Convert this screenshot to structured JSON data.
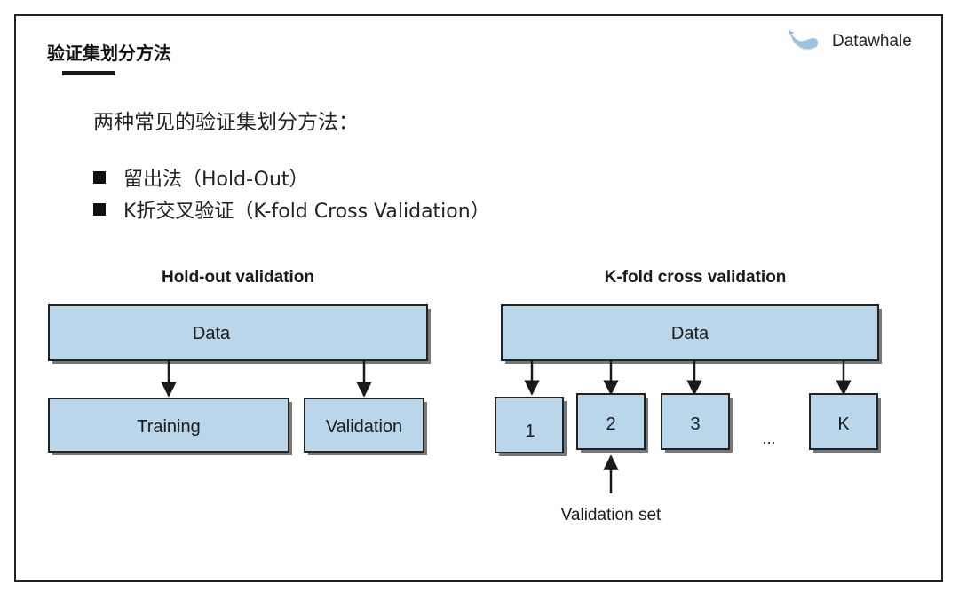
{
  "slide": {
    "title": "验证集划分方法",
    "logo_text": "Datawhale",
    "logo_icon": "whale-icon",
    "intro": "两种常见的验证集划分方法："
  },
  "bullets": [
    "留出法（Hold-Out）",
    "K折交叉验证（K-fold Cross Validation）"
  ],
  "holdout": {
    "title": "Hold-out validation",
    "data_label": "Data",
    "training_label": "Training",
    "validation_label": "Validation"
  },
  "kfold": {
    "title": "K-fold cross validation",
    "data_label": "Data",
    "folds": [
      "1",
      "2",
      "3",
      "K"
    ],
    "ellipsis": "...",
    "validation_set_label": "Validation set"
  },
  "colors": {
    "box_fill": "#b9d6ea",
    "box_border": "#222222",
    "shadow": "#777777"
  }
}
